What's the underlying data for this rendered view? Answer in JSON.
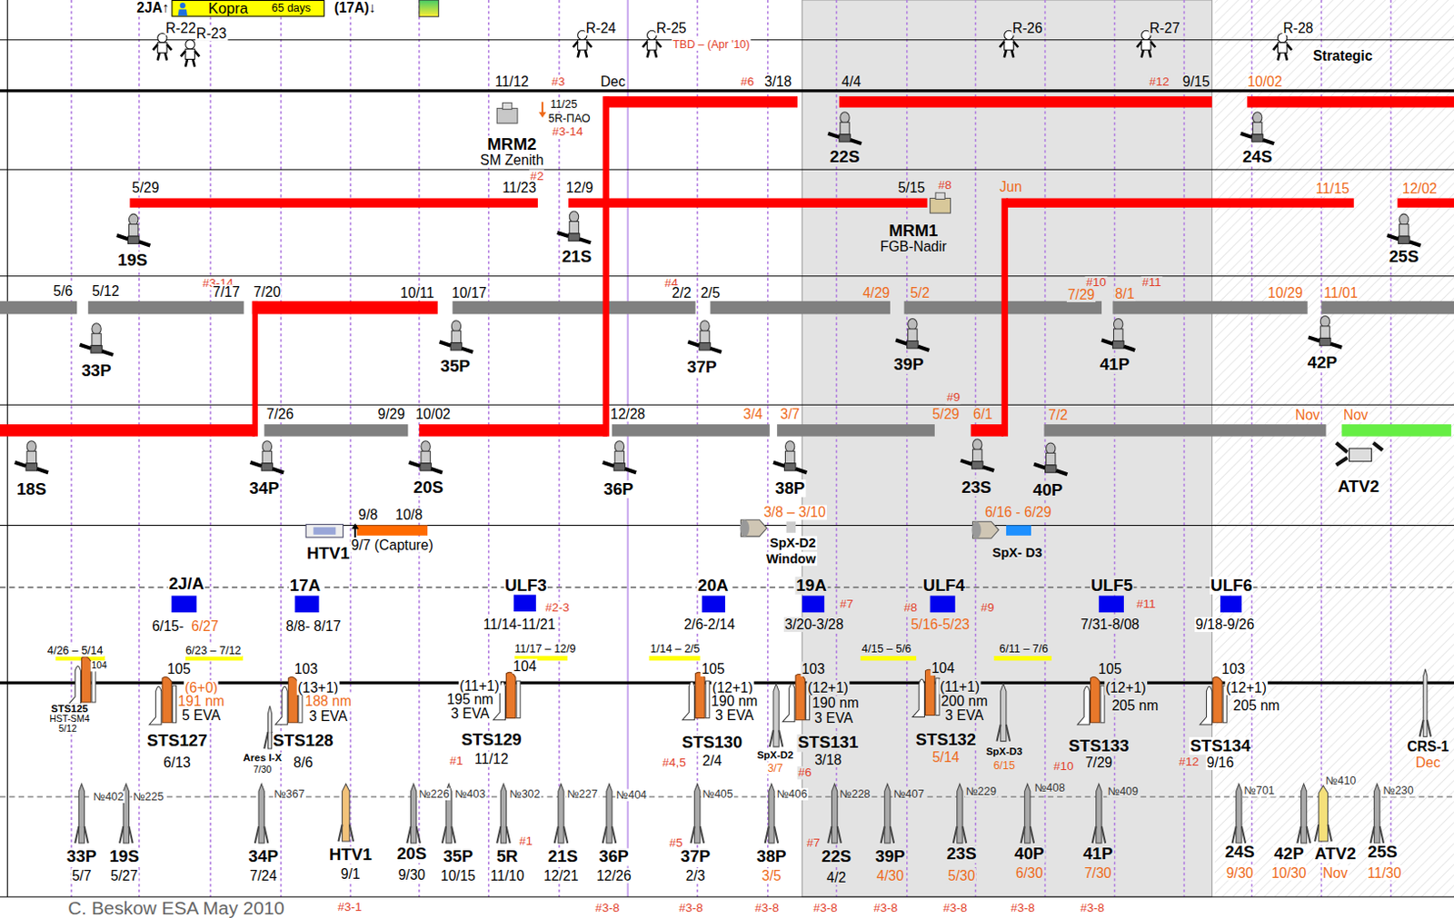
{
  "diagram": {
    "caption": "C. Beskow ESA May 2010",
    "nodes": [
      {
        "text": [
          "Kopra",
          "65 days"
        ]
      },
      {
        "text": [
          "2J/A",
          "6/15-",
          "6/27"
        ]
      },
      {
        "text": [
          "17A",
          "8/8- 8/17"
        ]
      },
      {
        "text": [
          "ULF3",
          "#2-3",
          "11/14-11/21"
        ]
      },
      {
        "text": [
          "20A",
          "2/6-2/14"
        ]
      },
      {
        "text": [
          "19A",
          "#7",
          "3/20-3/28"
        ]
      },
      {
        "text": [
          "ULF4",
          "#8",
          "#9",
          "5/16-5/23"
        ]
      },
      {
        "text": [
          "ULF5",
          "#11",
          "7/31-8/08"
        ]
      },
      {
        "text": [
          "ULF6",
          "9/18-9/26"
        ]
      }
    ],
    "labels": [
      "2JA↑",
      "(17A)↓",
      "R-22",
      "R-23",
      "R-24",
      "R-25",
      "TBD – (Apr '10)",
      "R-26",
      "R-27",
      "R-28",
      "Strategic",
      "11/12",
      "#3",
      "Dec",
      "#6",
      "3/18",
      "4/4",
      "#12",
      "9/15",
      "10/02",
      "MRM2",
      "SM Zenith",
      "11/25",
      "5R-ПАО",
      "#3-14",
      "22S",
      "24S",
      "5/29",
      "#2",
      "11/23",
      "12/9",
      "5/15",
      "#8",
      "Jun",
      "11/15",
      "12/02",
      "MRM1",
      "FGB-Nadir",
      "19S",
      "21S",
      "25S",
      "5/6",
      "5/12",
      "#3-14",
      "7/17",
      "7/20",
      "10/11",
      "10/17",
      "#4",
      "2/2",
      "2/5",
      "4/29",
      "5/2",
      "#10",
      "7/29",
      "8/1",
      "#11",
      "10/29",
      "11/01",
      "33P",
      "35P",
      "37P",
      "39P",
      "41P",
      "42P",
      "7/26",
      "9/29",
      "10/02",
      "12/28",
      "3/4",
      "3/7",
      "#9",
      "5/29",
      "6/1",
      "7/2",
      "Nov",
      "Nov",
      "18S",
      "34P",
      "20S",
      "36P",
      "38P",
      "23S",
      "40P",
      "ATV2",
      "HTV1",
      "9/8",
      "10/8",
      "9/7 (Capture)",
      "3/8 – 3/10",
      "SpX-D2",
      "Window",
      "6/16 - 6/29",
      "SpX- D3",
      "4/26 – 5/14",
      "6/23 – 7/12",
      "11/17 – 12/9",
      "1/14 – 2/5",
      "4/15 – 5/6",
      "6/11 – 7/6",
      "104",
      "STS125",
      "HST-SM4",
      "5/12",
      "105",
      "(6+0)",
      "191 nm",
      "5 EVA",
      "STS127",
      "6/13",
      "Ares I-X",
      "7/30",
      "103",
      "(13+1)",
      "188 nm",
      "3 EVA",
      "STS128",
      "8/6",
      "104",
      "(11+1)",
      "195 nm",
      "3 EVA",
      "STS129",
      "11/12",
      "#1",
      "105",
      "(12+1)",
      "190 nm",
      "3 EVA",
      "STS130",
      "2/4",
      "#4,5",
      "SpX-D2",
      "3/7",
      "103",
      "(12+1)",
      "190 nm",
      "3 EVA",
      "STS131",
      "3/18",
      "#6",
      "104",
      "(11+1)",
      "200 nm",
      "3 EVA",
      "STS132",
      "5/14",
      "SpX-D3",
      "6/15",
      "105",
      "(12+1)",
      "205 nm",
      "STS133",
      "7/29",
      "#10",
      "103",
      "(12+1)",
      "205 nm",
      "STS134",
      "9/16",
      "#12",
      "CRS-1",
      "Dec",
      "№402",
      "№225",
      "№367",
      "№226",
      "№403",
      "№302",
      "№227",
      "№404",
      "№405",
      "№406",
      "№228",
      "№407",
      "№229",
      "№408",
      "№409",
      "№701",
      "№410",
      "№230",
      "33P",
      "5/7",
      "19S",
      "5/27",
      "34P",
      "7/24",
      "HTV1",
      "9/1",
      "20S",
      "9/30",
      "35P",
      "10/15",
      "5R",
      "11/10",
      "21S",
      "12/21",
      "36P",
      "12/26",
      "37P",
      "2/3",
      "38P",
      "3/5",
      "22S",
      "4/2",
      "39P",
      "4/30",
      "23S",
      "5/30",
      "40P",
      "6/30",
      "41P",
      "7/30",
      "24S",
      "9/30",
      "42P",
      "10/30",
      "ATV2",
      "Nov",
      "25S",
      "11/30",
      "#1",
      "#5",
      "#7",
      "#3-1",
      "#3-8",
      "#3-8",
      "#3-8",
      "#3-8",
      "#3-8",
      "#3-8",
      "#3-8",
      "#3-8"
    ]
  }
}
